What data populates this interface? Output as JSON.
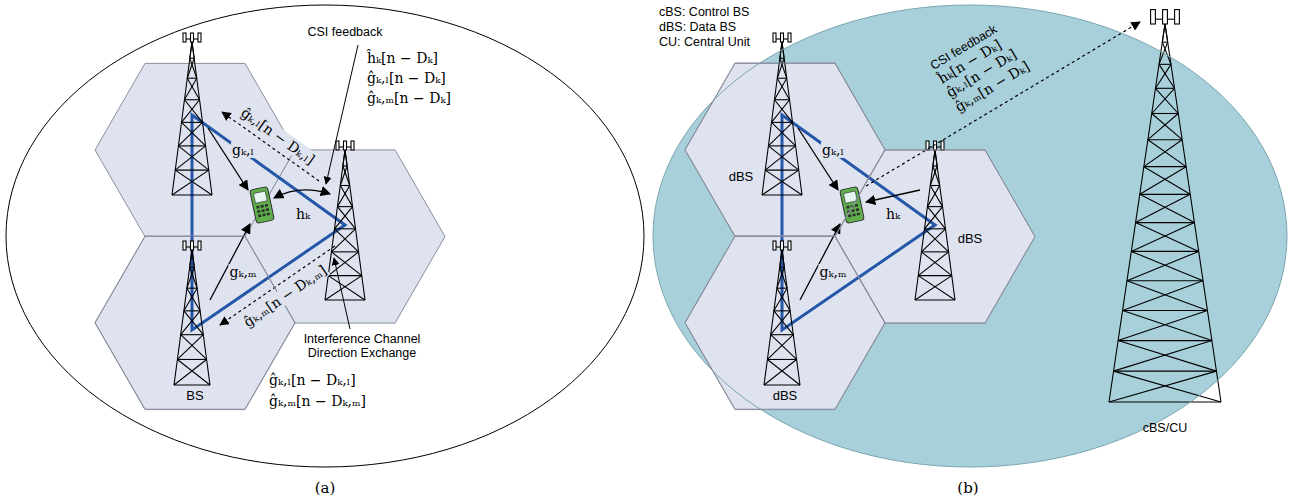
{
  "diagram": {
    "nodes": [
      {
        "text": [
          "(a)"
        ]
      },
      {
        "text": [
          "BS"
        ],
        "in": 0
      },
      {
        "text": [
          "(b)"
        ]
      },
      {
        "text": [
          "dBS"
        ],
        "in": 2
      },
      {
        "text": [
          "dBS"
        ],
        "in": 2
      },
      {
        "text": [
          "dBS"
        ],
        "in": 2
      }
    ],
    "labels": [
      "CSI feedback",
      "ĥₖ[n − Dₖ]",
      "ĝₖ,ₗ[n − Dₖ]",
      "ĝₖ,ₘ[n − Dₖ]",
      "ĝₖ,ₗ[n − Dₖ,ₗ]",
      "gₖ,ₗ",
      "hₖ",
      "gₖ,ₘ",
      "ĝₖ,ₘ[n − Dₖ,ₘ]",
      "Interference Channel Direction Exchange",
      "ĝₖ,ₗ[n − Dₖ,ₗ]",
      "ĝₖ,ₘ[n − Dₖ,ₘ]",
      "cBS: Control BS",
      "dBS: Data BS",
      "CU: Central Unit",
      "CSI feedback",
      "ĥₖ[n − Dₖ]",
      "ĝₖ,ₗ[n − Dₖ]",
      "ĝₖ,ₘ[n − Dₖ]",
      "gₖ,ₗ",
      "hₖ",
      "gₖ,ₘ",
      "cBS/CU"
    ]
  }
}
